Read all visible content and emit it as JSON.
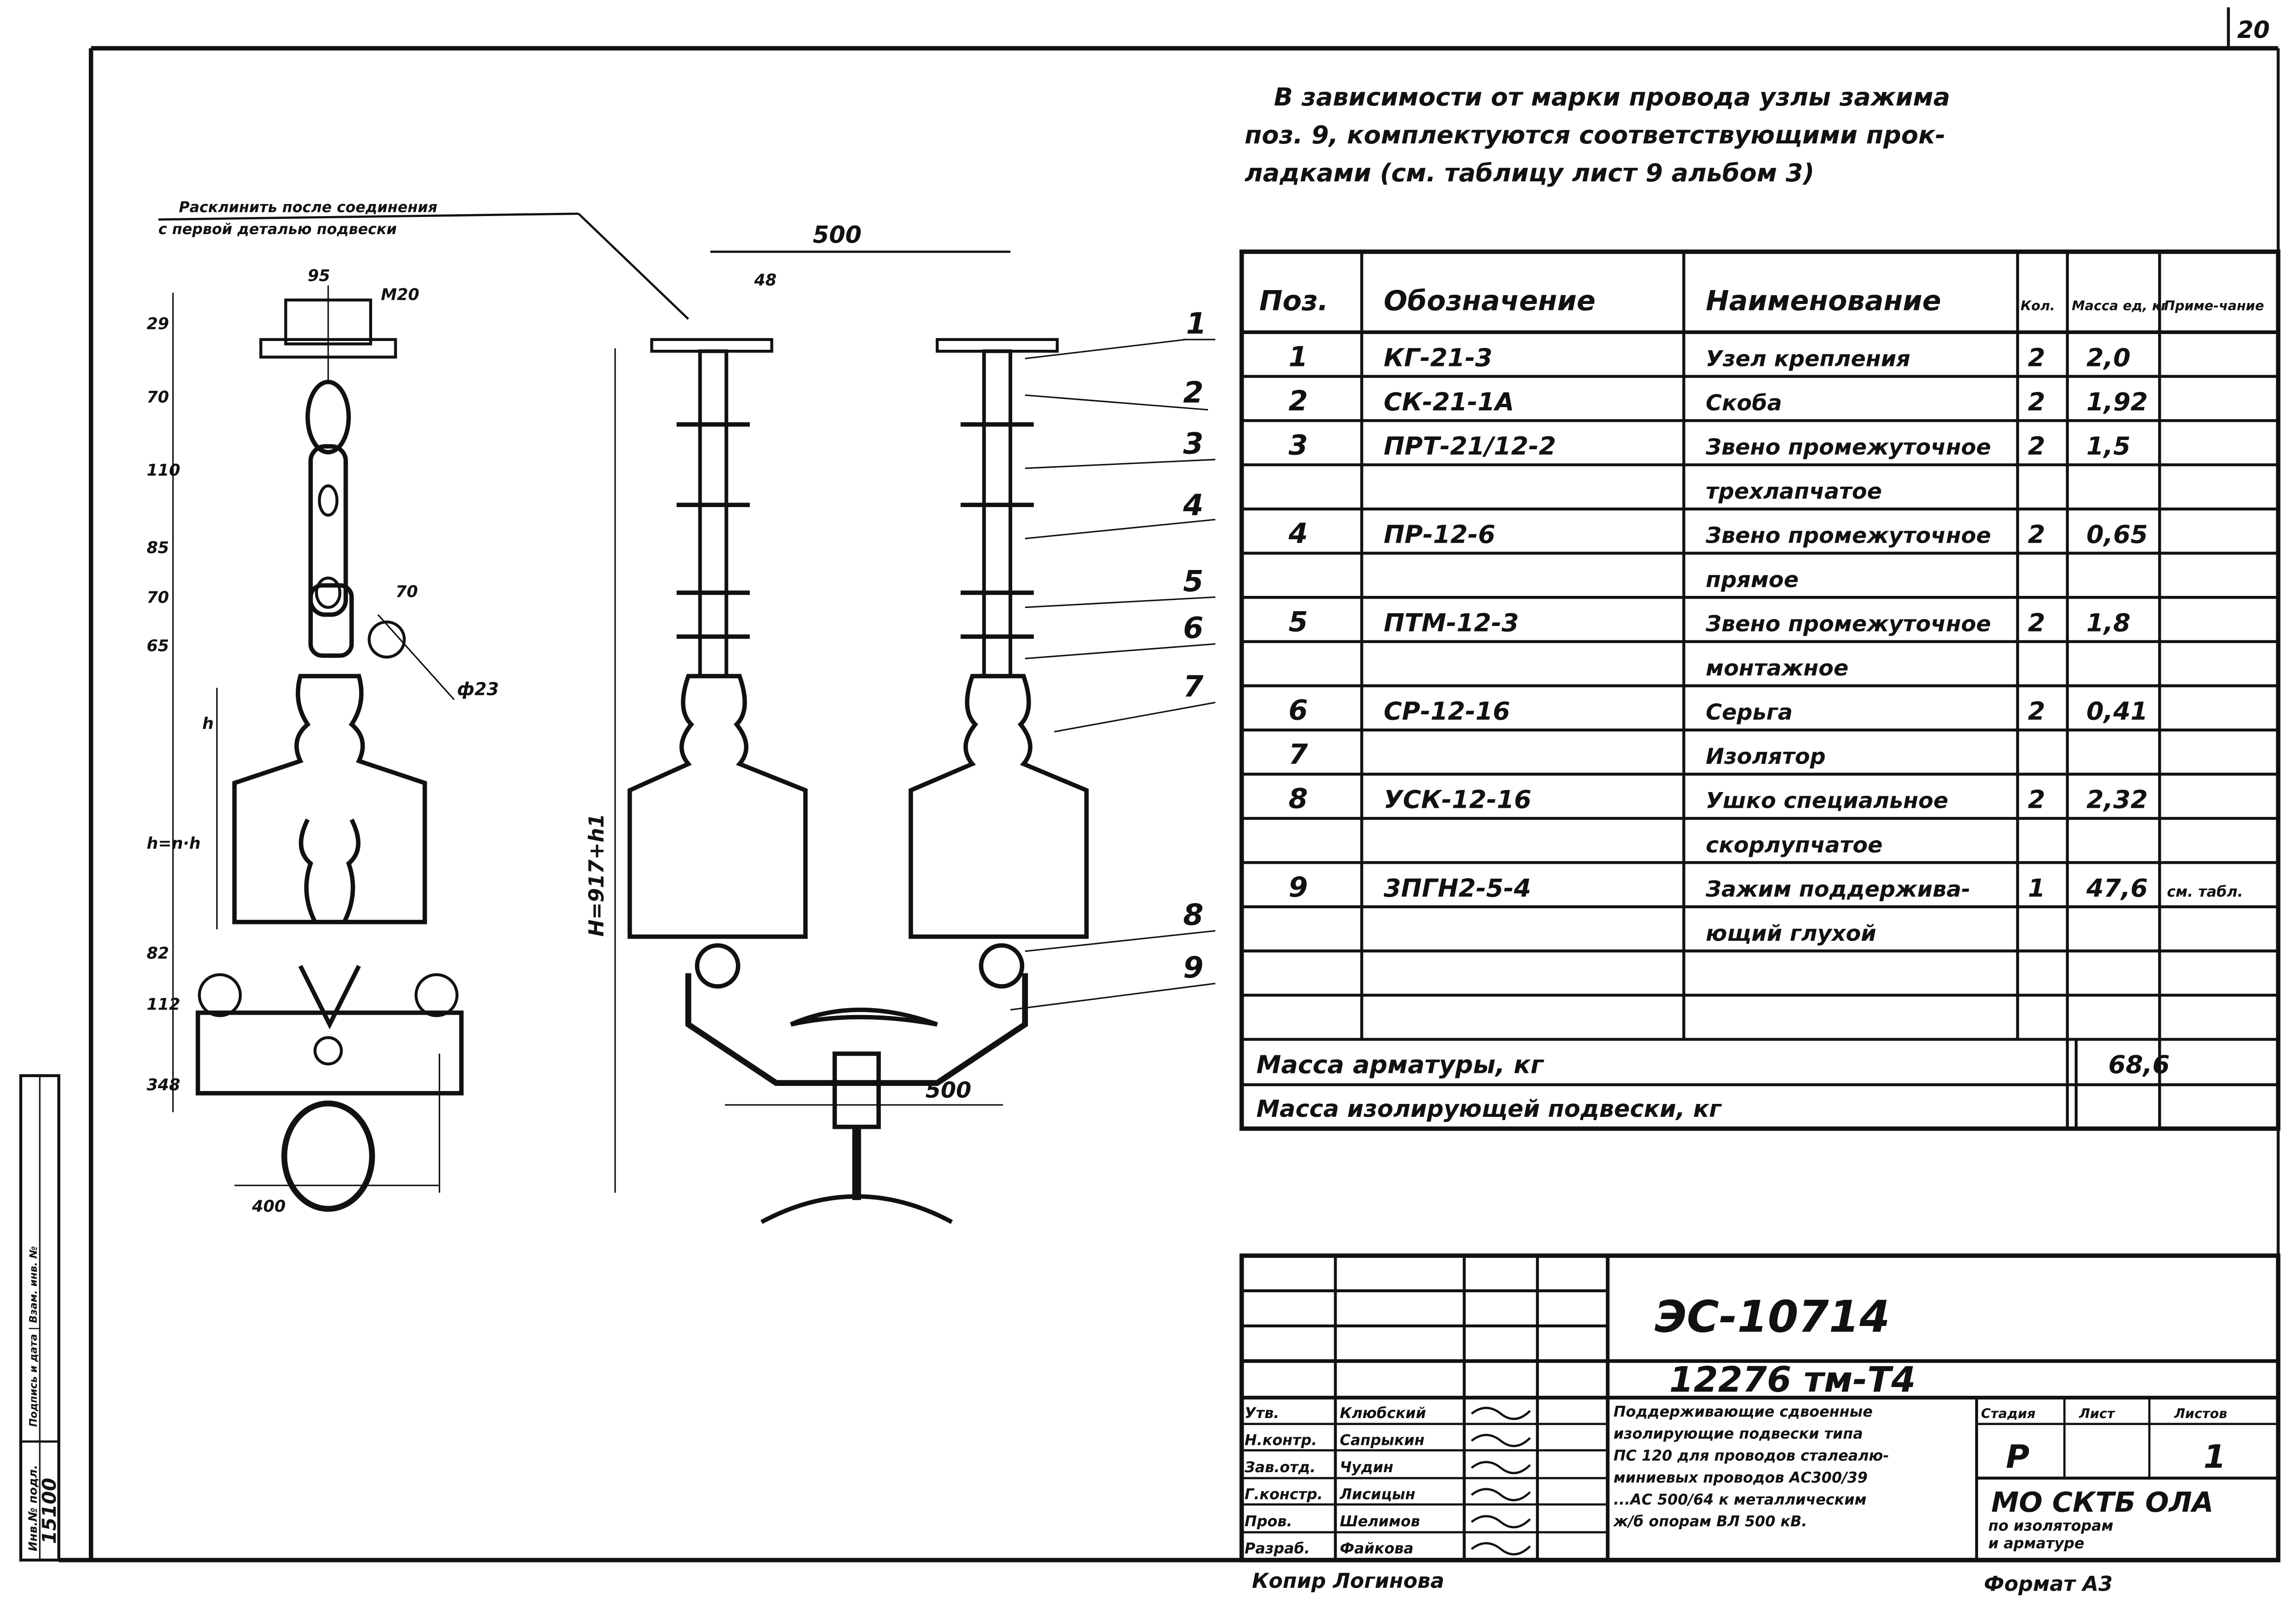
{
  "sheet_number": "20",
  "note": {
    "lines": [
      "В зависимости от марки провода узлы зажима",
      "поз. 9, комплектуются соответствующими прок-",
      "ладками (см. таблицу лист 9 альбом 3)"
    ]
  },
  "drawing": {
    "leader_note": [
      "Расклинить после соединения",
      "с первой деталью подвески"
    ],
    "side_view_dims": [
      "95",
      "М20",
      "29",
      "70",
      "110",
      "85",
      "70",
      "65",
      "70",
      "ф23",
      "h",
      "h=n·h",
      "82",
      "112",
      "348",
      "400"
    ],
    "front_view_dims": {
      "top_span": "500",
      "offset": "48",
      "height": "H=917+h1",
      "bottom_span": "500"
    },
    "callouts": [
      "1",
      "2",
      "3",
      "4",
      "5",
      "6",
      "7",
      "8",
      "9"
    ]
  },
  "spec_table": {
    "headers": [
      "Поз.",
      "Обозначение",
      "Наименование",
      "Кол.",
      "Масса ед, кг",
      "Приме-чание"
    ],
    "rows": [
      [
        "1",
        "КГ-21-3",
        "Узел крепления",
        "2",
        "2,0",
        ""
      ],
      [
        "2",
        "СК-21-1А",
        "Скоба",
        "2",
        "1,92",
        ""
      ],
      [
        "3",
        "ПРТ-21/12-2",
        "Звено промежуточное",
        "2",
        "1,5",
        ""
      ],
      [
        "",
        "",
        "трехлапчатое",
        "",
        "",
        ""
      ],
      [
        "4",
        "ПР-12-6",
        "Звено промежуточное",
        "2",
        "0,65",
        ""
      ],
      [
        "",
        "",
        "прямое",
        "",
        "",
        ""
      ],
      [
        "5",
        "ПТМ-12-3",
        "Звено промежуточное",
        "2",
        "1,8",
        ""
      ],
      [
        "",
        "",
        "монтажное",
        "",
        "",
        ""
      ],
      [
        "6",
        "СР-12-16",
        "Серьга",
        "2",
        "0,41",
        ""
      ],
      [
        "7",
        "",
        "Изолятор",
        "",
        "",
        ""
      ],
      [
        "8",
        "УСК-12-16",
        "Ушко специальное",
        "2",
        "2,32",
        ""
      ],
      [
        "",
        "",
        "скорлупчатое",
        "",
        "",
        ""
      ],
      [
        "9",
        "3ПГН2-5-4",
        "Зажим поддержива-",
        "1",
        "47,6",
        "см. табл."
      ],
      [
        "",
        "",
        "ющий глухой",
        "",
        "",
        ""
      ],
      [
        "",
        "",
        "",
        "",
        "",
        ""
      ],
      [
        "",
        "",
        "",
        "",
        "",
        ""
      ]
    ],
    "mass_fittings_label": "Масса арматуры, кг",
    "mass_fittings_value": "68,6",
    "mass_insulating_label": "Масса изолирующей подвески, кг",
    "mass_insulating_value": ""
  },
  "title_block": {
    "code": "ЭС-10714",
    "doc_number": "12276 тм-Т4",
    "signatures": [
      {
        "role": "Утв.",
        "name": "Клюбский"
      },
      {
        "role": "Н.контр.",
        "name": "Сапрыкин"
      },
      {
        "role": "Зав.отд.",
        "name": "Чудин"
      },
      {
        "role": "Г.констр.",
        "name": "Лисицын"
      },
      {
        "role": "Пров.",
        "name": "Шелимов"
      },
      {
        "role": "Разраб.",
        "name": "Файкова"
      }
    ],
    "description": [
      "Поддерживающие сдвоенные",
      "изолирующие подвески типа",
      "ПС 120 для проводов сталеалю-",
      "миниевых проводов АС300/39",
      "...АС 500/64 к металлическим",
      "ж/б опорам ВЛ 500 кВ."
    ],
    "stage_label": "Стадия",
    "sheet_label": "Лист",
    "sheets_label": "Листов",
    "stage": "Р",
    "sheet": "",
    "sheets": "1",
    "org": "МО СКТБ ОЛА",
    "org_sub": [
      "по изоляторам",
      "и арматуре"
    ],
    "copied_by": "Копир Логинова",
    "format": "Формат А3"
  },
  "side_stamp": {
    "inv_label": "Инв.№ подл.",
    "inv_number": "15100",
    "caption": "Подпись и дата | Взам. инв. №"
  }
}
